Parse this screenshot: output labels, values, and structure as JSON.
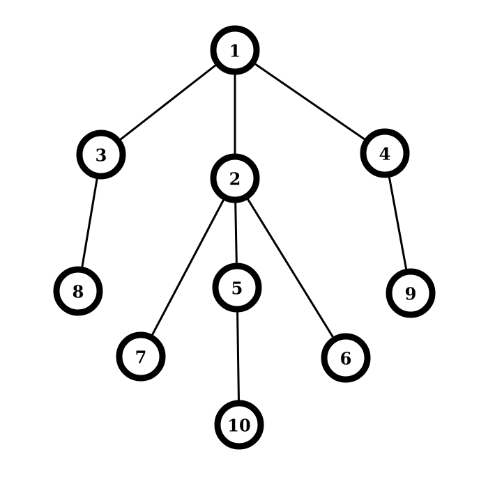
{
  "nodes": [
    {
      "id": "1",
      "label": "1"
    },
    {
      "id": "2",
      "label": "2"
    },
    {
      "id": "3",
      "label": "3"
    },
    {
      "id": "4",
      "label": "4"
    },
    {
      "id": "5",
      "label": "5"
    },
    {
      "id": "6",
      "label": "6"
    },
    {
      "id": "7",
      "label": "7"
    },
    {
      "id": "8",
      "label": "8"
    },
    {
      "id": "9",
      "label": "9"
    },
    {
      "id": "10",
      "label": "10"
    }
  ],
  "edges": [
    {
      "from": "1",
      "to": "3"
    },
    {
      "from": "1",
      "to": "2"
    },
    {
      "from": "1",
      "to": "4"
    },
    {
      "from": "3",
      "to": "8"
    },
    {
      "from": "2",
      "to": "7"
    },
    {
      "from": "2",
      "to": "5"
    },
    {
      "from": "2",
      "to": "6"
    },
    {
      "from": "4",
      "to": "9"
    },
    {
      "from": "5",
      "to": "10"
    }
  ],
  "colors": {
    "stroke": "#000000",
    "fill": "#ffffff"
  }
}
